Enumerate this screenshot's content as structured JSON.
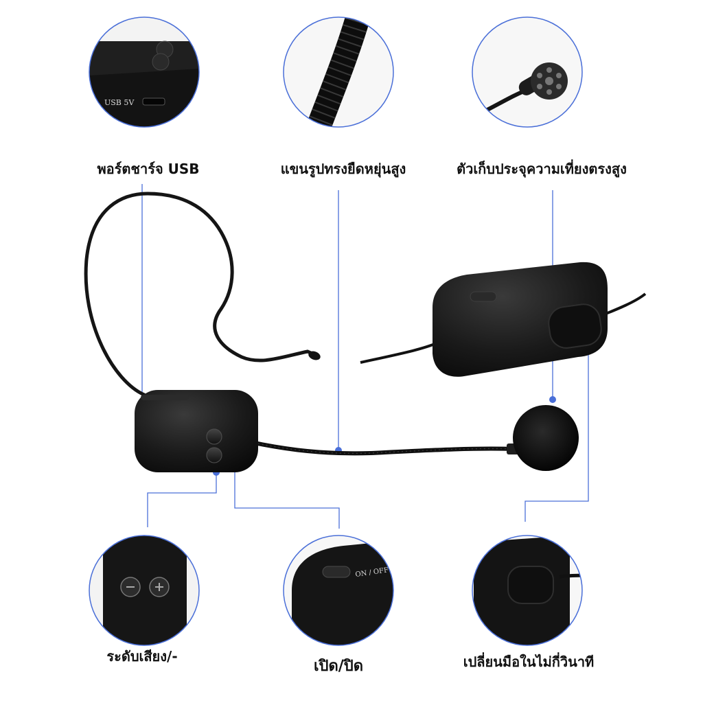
{
  "features": [
    {
      "id": "usb-port",
      "label": "พอร์ตชาร์จ USB"
    },
    {
      "id": "gooseneck",
      "label": "แขนรูปทรงยืดหยุ่นสูง"
    },
    {
      "id": "condenser",
      "label": "ตัวเก็บประจุความเที่ยงตรงสูง"
    },
    {
      "id": "volume",
      "label": "ระดับเสียง/-"
    },
    {
      "id": "power",
      "label": "เปิด/ปิด"
    },
    {
      "id": "switch",
      "label": "เปลี่ยนมือในไม่กี่วินาที"
    }
  ],
  "printed": {
    "usb_marking": "USB 5V",
    "switch_marking": "ON / OFF"
  },
  "colors": {
    "accent_line": "#4a6fd8",
    "device_black": "#161616",
    "caption_text": "#111111"
  }
}
